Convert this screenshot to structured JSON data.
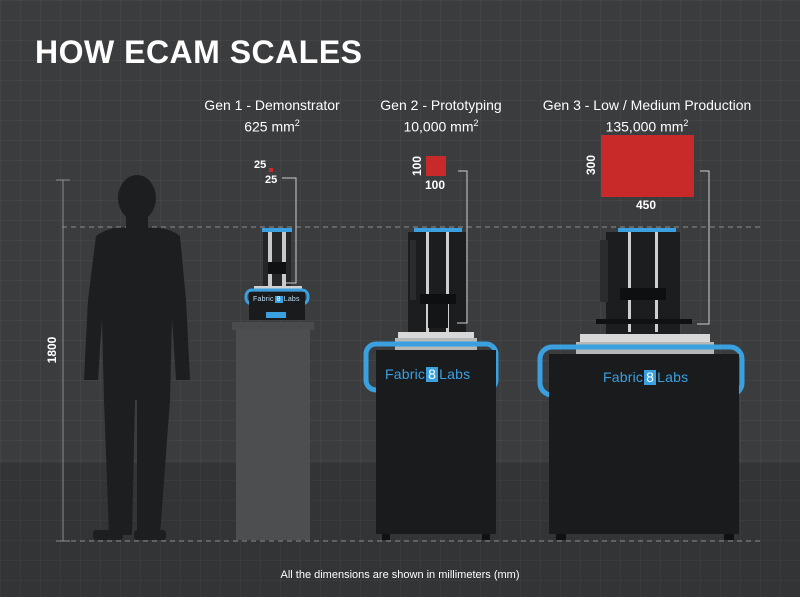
{
  "title": "HOW ECAM SCALES",
  "human": {
    "height_label": "1800"
  },
  "machines": [
    {
      "gen_label": "Gen 1 - Demonstrator",
      "area_value": "625 mm",
      "area_sup": "2",
      "dim_height": "25",
      "dim_width": "25",
      "color": "#c82a2a"
    },
    {
      "gen_label": "Gen 2 - Prototyping",
      "area_value": "10,000 mm",
      "area_sup": "2",
      "dim_height": "100",
      "dim_width": "100",
      "color": "#c82a2a"
    },
    {
      "gen_label": "Gen 3 - Low / Medium Production",
      "area_value": "135,000 mm",
      "area_sup": "2",
      "dim_height": "300",
      "dim_width": "450",
      "color": "#c82a2a"
    }
  ],
  "logo": {
    "brand_prefix": "Fabric",
    "brand_number": "8",
    "brand_suffix": "Labs"
  },
  "footer": "All the dimensions are shown in millimeters (mm)",
  "colors": {
    "accent": "#3aa0e0",
    "part": "#c82a2a",
    "background": "#3a3c3e"
  }
}
